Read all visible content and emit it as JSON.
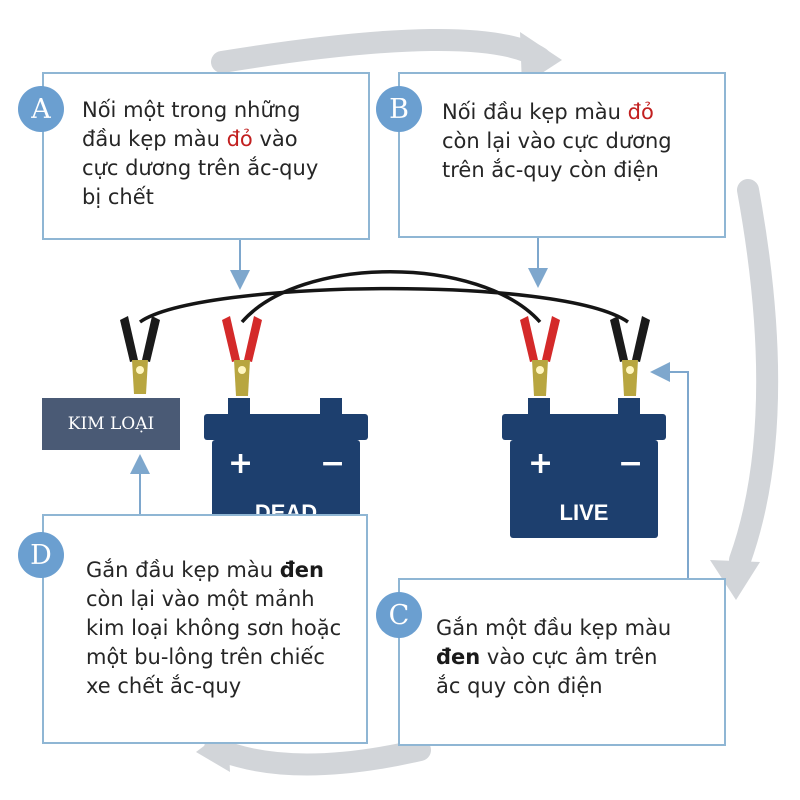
{
  "steps": {
    "a": {
      "badge": "A",
      "pre": "Nối một trong những\nđầu kẹp màu ",
      "highlight": "đỏ",
      "post": " vào\ncực dương trên ắc-quy\nbị chết"
    },
    "b": {
      "badge": "B",
      "pre": "Nối đầu kẹp màu ",
      "highlight": "đỏ",
      "post": "\ncòn lại vào cực dương\ntrên ắc-quy còn điện"
    },
    "c": {
      "badge": "C",
      "pre": "Gắn một đầu kẹp màu\n",
      "highlight": "đen",
      "post": " vào cực âm trên\nắc quy còn điện"
    },
    "d": {
      "badge": "D",
      "pre": "Gắn đầu kẹp màu ",
      "highlight": "đen",
      "post": "\ncòn lại vào một mảnh\nkim loại không sơn hoặc\nmột bu-lông trên chiếc\nxe chết ắc-quy"
    }
  },
  "metal_label": "KIM LOẠI",
  "batteries": {
    "dead": {
      "label": "DEAD",
      "plus": "+",
      "minus": "−"
    },
    "live": {
      "label": "LIVE",
      "plus": "+",
      "minus": "−"
    }
  },
  "colors": {
    "box_border": "#8fb6d4",
    "badge": "#6b9fd0",
    "battery": "#1d3f6e",
    "metal": "#4a5a75",
    "red_clamp": "#d42a2a",
    "black_clamp": "#1a1a1a",
    "cycle_arrow": "#d2d5d9",
    "pointer_arrow": "#7ea7cd"
  }
}
